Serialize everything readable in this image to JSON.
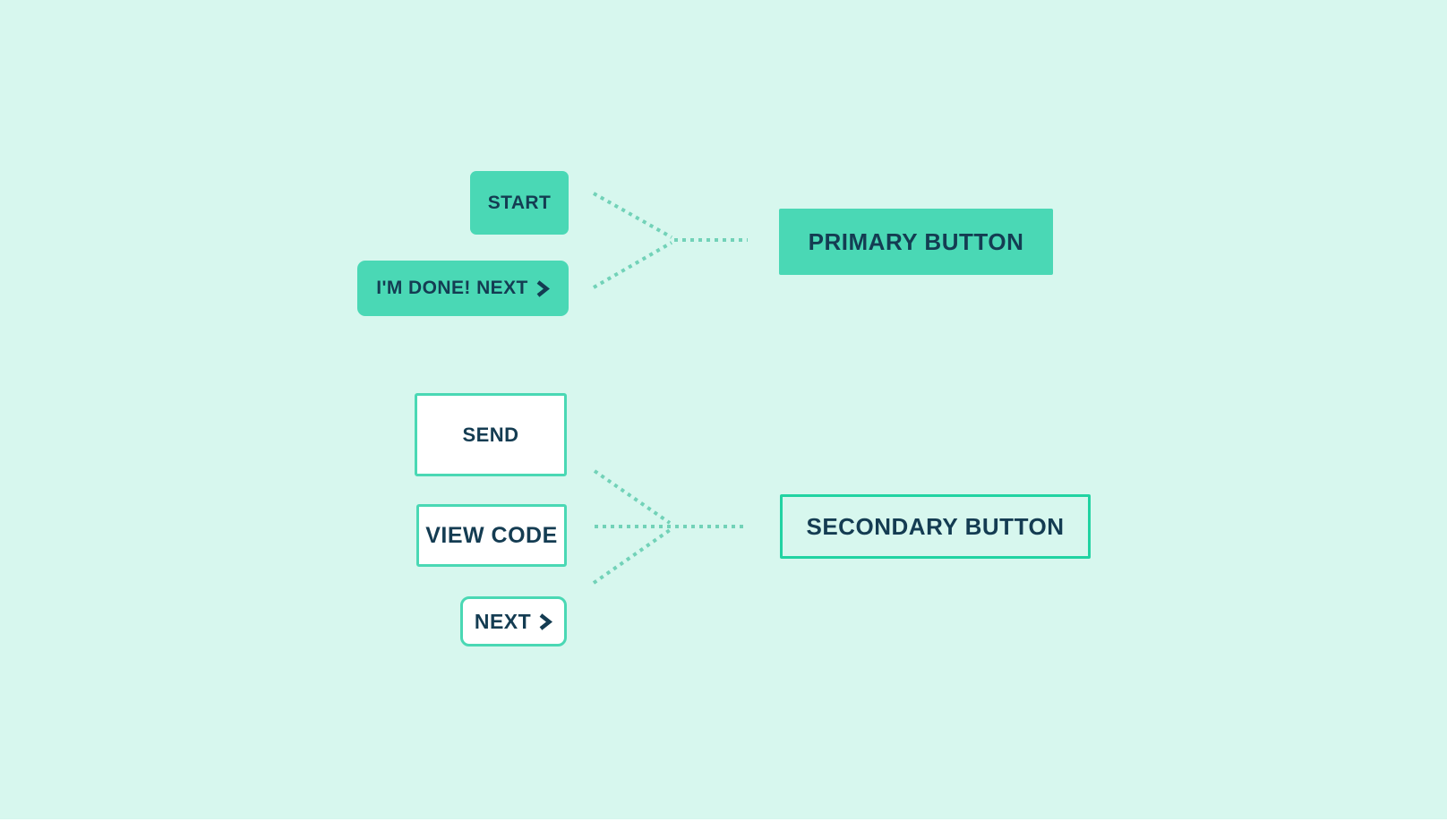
{
  "canvas": {
    "background": "#d7f7ee",
    "description": "Button style guide diagram mapping example buttons to primary and secondary button archetypes"
  },
  "colors": {
    "background": "#d7f7ee",
    "fill_teal": "#4ad8b5",
    "outline_teal": "#4ad8b4",
    "secondary_border": "#21d3a2",
    "text_navy": "#143c52",
    "connector_dots": "#72d2b8",
    "white": "#ffffff"
  },
  "primary_group": {
    "examples": [
      {
        "label": "START",
        "style": "filled",
        "icon": null
      },
      {
        "label": "I'M DONE! NEXT",
        "style": "filled",
        "icon": "chevron-right-icon"
      }
    ],
    "result": {
      "label": "PRIMARY BUTTON",
      "style": "filled"
    }
  },
  "secondary_group": {
    "examples": [
      {
        "label": "SEND",
        "style": "outlined",
        "icon": null
      },
      {
        "label": "VIEW CODE",
        "style": "outlined",
        "icon": null
      },
      {
        "label": "NEXT",
        "style": "outlined",
        "icon": "chevron-right-icon"
      }
    ],
    "result": {
      "label": "SECONDARY BUTTON",
      "style": "outlined-transparent"
    }
  }
}
